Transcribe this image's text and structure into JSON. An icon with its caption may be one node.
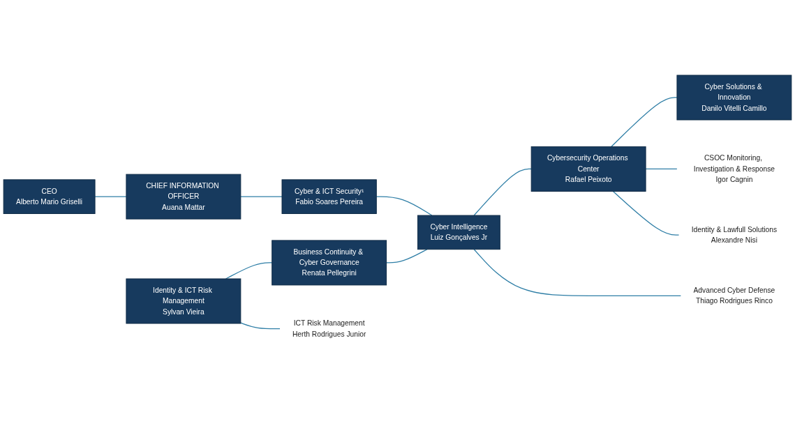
{
  "diagram": {
    "nodes": [
      {
        "text": [
          "CEO",
          "Alberto Mario Griselli"
        ]
      },
      {
        "text": [
          "CHIEF INFORMATION OFFICER",
          "Auana Mattar"
        ]
      },
      {
        "text": [
          "Cyber & ICT Security¹",
          "Fabio Soares Pereira"
        ]
      },
      {
        "text": [
          "Identity & ICT Risk Management",
          "Sylvan Vieira"
        ]
      },
      {
        "text": [
          "Business Continuity & Cyber Governance",
          "Renata Pellegrini"
        ]
      },
      {
        "text": [
          "Cyber Intelligence",
          "Luiz Gonçalves Jr"
        ]
      },
      {
        "text": [
          "Cybersecurity Operations Center",
          "Rafael Peixoto"
        ]
      },
      {
        "text": [
          "Cyber Solutions & Innovation",
          "Danilo Vitelli Camillo"
        ]
      },
      {
        "text": [
          "ICT Risk Management",
          "Herth Rodrigues Junior"
        ]
      },
      {
        "text": [
          "Advanced Cyber Defense",
          "Thiago Rodrigues Rinco"
        ]
      },
      {
        "text": [
          "CSOC Monitoring, Investigation & Response",
          "Igor Cagnin"
        ]
      },
      {
        "text": [
          "Identity & Lawfull Solutions",
          "Alexandre Nisi"
        ]
      }
    ],
    "edges": [
      {
        "from": 0,
        "to": 1,
        "arrow": "none"
      },
      {
        "from": 1,
        "to": 2,
        "arrow": "none"
      },
      {
        "from": 2,
        "to": 5,
        "arrow": "none"
      },
      {
        "from": 3,
        "to": 4,
        "arrow": "none"
      },
      {
        "from": 4,
        "to": 5,
        "arrow": "none"
      },
      {
        "from": 5,
        "to": 6,
        "arrow": "none"
      },
      {
        "from": 6,
        "to": 7,
        "arrow": "none"
      },
      {
        "from": 3,
        "to": 8,
        "arrow": "none"
      },
      {
        "from": 5,
        "to": 9,
        "arrow": "none"
      },
      {
        "from": 6,
        "to": 10,
        "arrow": "none"
      },
      {
        "from": 6,
        "to": 11,
        "arrow": "none"
      }
    ]
  }
}
